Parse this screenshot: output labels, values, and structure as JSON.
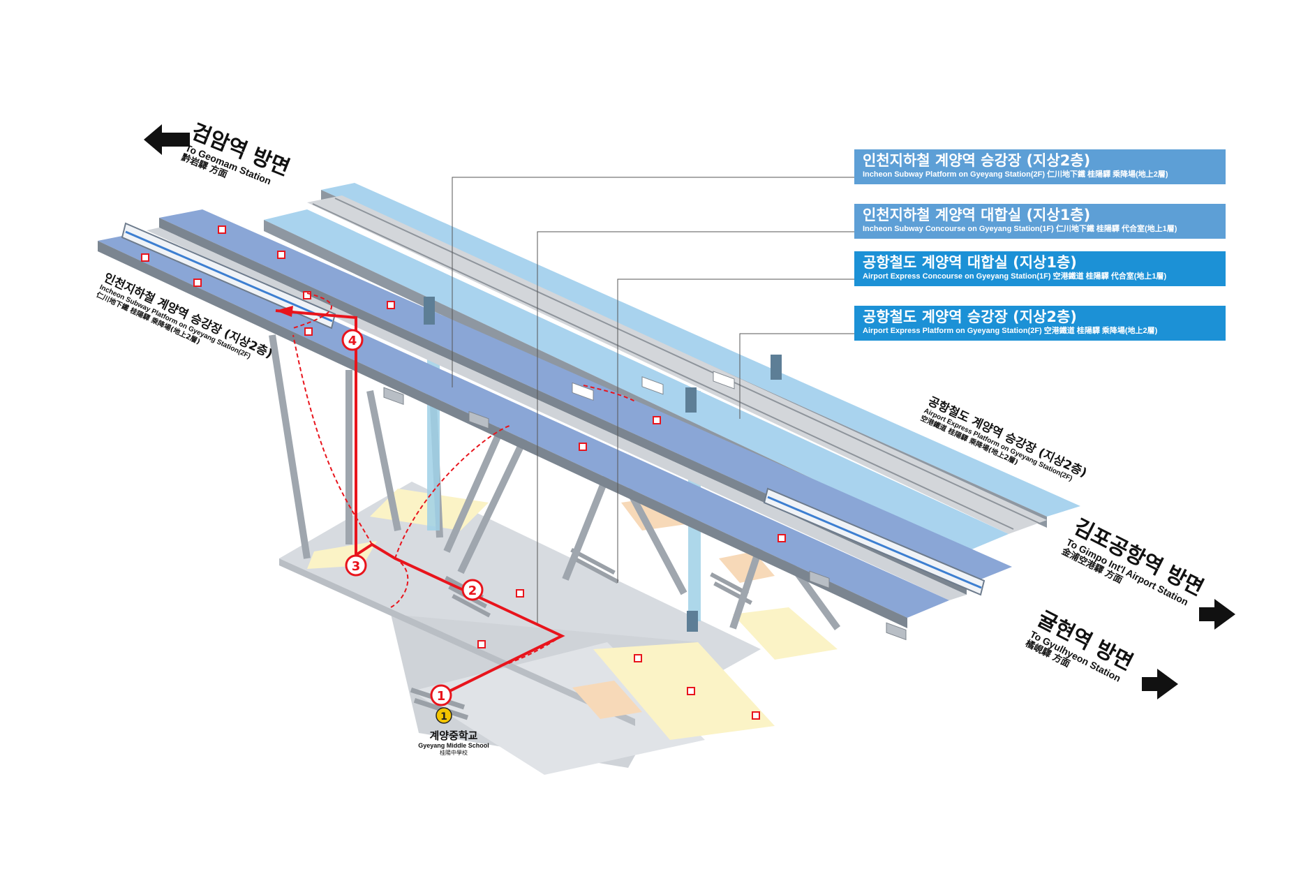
{
  "legend": [
    {
      "ko": "인천지하철 계양역 승강장 (지상2층)",
      "en": "Incheon Subway Platform on Gyeyang Station(2F)  仁川地下鐵 桂陽驛 乘降場(地上2層)",
      "color": "#5d9fd6"
    },
    {
      "ko": "인천지하철 계양역 대합실 (지상1층)",
      "en": "Incheon Subway Concourse on Gyeyang Station(1F)  仁川地下鐵 桂陽驛 代合室(地上1層)",
      "color": "#5d9fd6"
    },
    {
      "ko": "공항철도 계양역 대합실 (지상1층)",
      "en": "Airport Express Concourse on Gyeyang Station(1F)  空港鐵道 桂陽驛 代合室(地上1層)",
      "color": "#1c91d6"
    },
    {
      "ko": "공항철도 계양역 승강장 (지상2층)",
      "en": "Airport Express Platform on Gyeyang Station(2F)  空港鐵道 桂陽驛 乘降場(地上2層)",
      "color": "#1c91d6"
    }
  ],
  "directions": {
    "geomam": {
      "ko": "검암역 방면",
      "en": "To Geomam Station",
      "cn": "黔岩驛 方面"
    },
    "gimpo": {
      "ko": "김포공항역 방면",
      "en": "To Gimpo Int'l Airport Station",
      "cn": "金浦空港驛 方面"
    },
    "gyulhyeon": {
      "ko": "귤현역 방면",
      "en": "To Gyulhyeon Station",
      "cn": "橘峴驛 方面"
    }
  },
  "platform_labels": {
    "incheon": {
      "ko": "인천지하철 계양역 승강장 (지상2층)",
      "en": "Incheon Subway Platform on Gyeyang Station(2F)",
      "cn": "仁川地下鐵 桂陽驛 乘降場(地上2層)"
    },
    "airport": {
      "ko": "공항철도 계양역 승강장 (지상2층)",
      "en": "Airport Express Platform on Gyeyang Station(2F)",
      "cn": "空港鐵道 桂陽驛 乘降場(地上2層)"
    }
  },
  "exit": {
    "number": "1",
    "ko": "계양중학교",
    "en": "Gyeyang Middle School",
    "cn": "桂陽中學校"
  },
  "route": {
    "steps": [
      "1",
      "2",
      "3",
      "4"
    ],
    "color": "#e8141c"
  },
  "colors": {
    "platform": "#8aa6d6",
    "platform_light": "#a9d3ee",
    "floor": "#dcdfe3",
    "zone_yellow": "#fbf3c6",
    "zone_peach": "#f7d9b8"
  }
}
